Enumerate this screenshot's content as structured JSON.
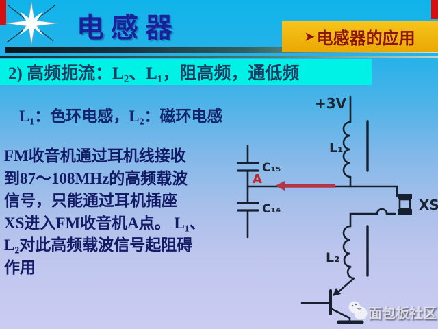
{
  "slide": {
    "title": "电感器",
    "badge": {
      "arrow": "➤",
      "label": "电感器的应用"
    },
    "heading": "2) 高频扼流：L₂、L₁，阻高频，通低频",
    "subheading": "L₁：色环电感，L₂：磁环电感",
    "body_lines": [
      "FM收音机通过耳机线接收",
      "到87～108MHz的高频载波",
      "信号，只能通过耳机插座",
      "XS进入FM收音机A点。 L₁、",
      "L₂对此高频载波信号起阻碍",
      "作用"
    ]
  },
  "circuit": {
    "supply_label": "+3V",
    "inductor1_label": "L₁",
    "cap15_label": "C₁₅",
    "point_a_label": "A",
    "cap14_label": "C₁₄",
    "connector_label": "XS",
    "inductor2_label": "L₂"
  },
  "watermark": {
    "text": "面包板社区"
  },
  "colors": {
    "background_top": "#0fb4ea",
    "background_bottom": "#cbccf2",
    "heading_band": "#00f2e7",
    "badge_yellow": "#f1b504",
    "title_navy": "#1c1f9a",
    "text_navy": "#131b66",
    "accent_red": "#d40f0f",
    "arrow_red": "#b23645",
    "wire_dark": "#16202f"
  }
}
